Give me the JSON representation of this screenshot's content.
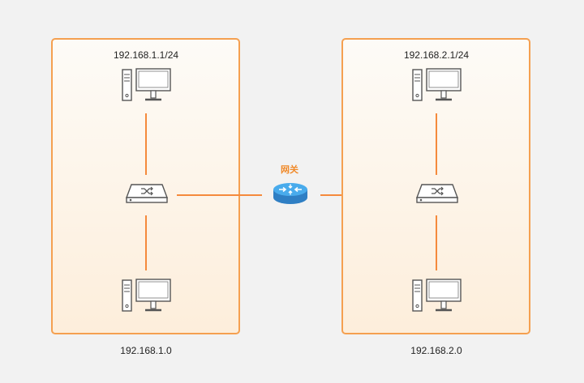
{
  "gateway": {
    "label": "网关",
    "icon": "router-icon"
  },
  "left_subnet": {
    "host_address": "192.168.1.1/24",
    "network_address": "192.168.1.0",
    "switch_icon": "switch-icon",
    "host_icon": "desktop-computer-icon"
  },
  "right_subnet": {
    "host_address": "192.168.2.1/24",
    "network_address": "192.168.2.0",
    "switch_icon": "switch-icon",
    "host_icon": "desktop-computer-icon"
  },
  "colors": {
    "accent": "#f58a3c",
    "border": "#f5a050",
    "router": "#3b9be0",
    "icon_stroke": "#555555"
  }
}
